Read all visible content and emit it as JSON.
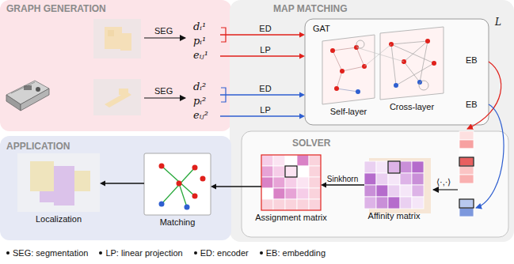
{
  "diagram": {
    "nodes": [
      {
        "text": [
          "GRAPH GENERATION"
        ]
      },
      {
        "text": [
          "dᵢ¹",
          "pᵢ¹",
          "eᵢⱼ¹"
        ],
        "in": 0
      },
      {
        "text": [
          "dᵢ²",
          "pᵢ²",
          "eᵢⱼ²"
        ],
        "in": 0
      },
      {
        "text": [
          "MAP MATCHING"
        ]
      },
      {
        "text": [
          "GAT",
          "L"
        ],
        "in": 3
      },
      {
        "text": [
          "Self-layer"
        ],
        "in": 4
      },
      {
        "text": [
          "Cross-layer"
        ],
        "in": 4
      },
      {
        "text": [
          "SOLVER"
        ],
        "in": 3
      },
      {
        "text": [
          "Assignment matrix"
        ],
        "in": 7
      },
      {
        "text": [
          "Affinity matrix"
        ],
        "in": 7
      },
      {
        "text": [
          "APPLICATION"
        ]
      },
      {
        "text": [
          "Localization"
        ],
        "in": 10
      },
      {
        "text": [
          "Matching"
        ],
        "in": 10
      }
    ],
    "edges": [
      {
        "from": 1,
        "to": 4,
        "arrow": "to",
        "label": "ED"
      },
      {
        "from": 1,
        "to": 4,
        "arrow": "to",
        "label": "LP"
      },
      {
        "from": 2,
        "to": 4,
        "arrow": "to",
        "label": "ED"
      },
      {
        "from": 2,
        "to": 4,
        "arrow": "to",
        "label": "LP"
      },
      {
        "from": 9,
        "to": 8,
        "arrow": "to",
        "label": "Sinkhorn"
      },
      {
        "from": 8,
        "to": 12,
        "arrow": "to"
      },
      {
        "from": 12,
        "to": 11,
        "arrow": "to"
      }
    ],
    "labels": [
      "SEG",
      "SEG",
      "EB",
      "EB",
      "⟨·,·⟩"
    ],
    "legend": [
      {
        "text": "SEG: segmentation"
      },
      {
        "text": "LP: linear projection"
      },
      {
        "text": "ED: encoder"
      },
      {
        "text": "EB: embedding"
      }
    ]
  }
}
